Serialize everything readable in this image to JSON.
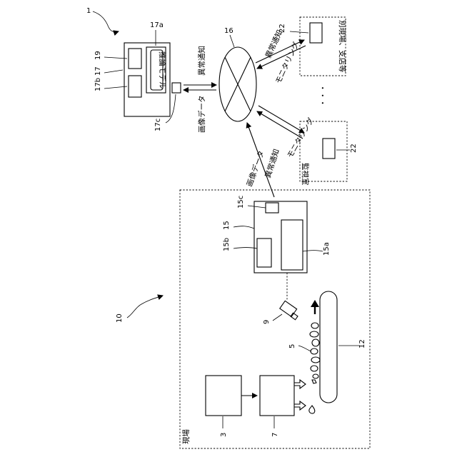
{
  "refs": {
    "system": "1",
    "site_system": "10",
    "server": "17",
    "model_part": "17a",
    "storage": "17b",
    "server_comm": "17c",
    "display": "19",
    "network": "16",
    "terminal_top": "22",
    "terminal_bottom": "22",
    "device": "15",
    "device_proc": "15a",
    "device_storage": "15b",
    "device_comm": "15c",
    "camera": "9",
    "objects": "5",
    "conveyor": "12",
    "controller": "3",
    "sorter": "7"
  },
  "labels": {
    "inference_model": "推論モデル",
    "image_data_top": "画像データ",
    "image_data_bottom": "画像データ",
    "anomaly_notice_top": "異常通知",
    "anomaly_notice_mid": "異常通知",
    "anomaly_notice_bottom": "異常通知",
    "monitoring_top": "モニタリング",
    "monitoring_bottom": "モニタリング",
    "other_sites": "別現場、支店等",
    "monitor_room": "監視室",
    "site": "現場",
    "ellipsis": "・・・"
  }
}
